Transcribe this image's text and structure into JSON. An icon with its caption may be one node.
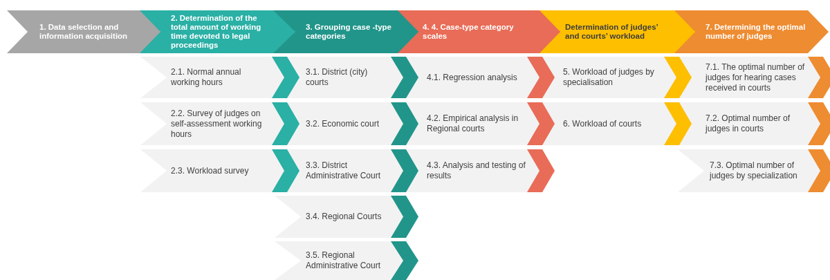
{
  "diagram": {
    "nodes": [
      {
        "text": [
          "1. Data selection and information acquisition"
        ]
      },
      {
        "text": [
          "2. Determination of the total amount of working time devoted to legal proceedings"
        ]
      },
      {
        "text": [
          "3. Grouping case -type categories"
        ]
      },
      {
        "text": [
          "4. 4. Case-type category scales"
        ]
      },
      {
        "text": [
          "Determination of judges’ and courts’ workload"
        ]
      },
      {
        "text": [
          "7. Determining the optimal number of judges"
        ]
      },
      {
        "text": [
          "2.1. Normal annual working hours"
        ]
      },
      {
        "text": [
          "3.1. District (city) courts"
        ]
      },
      {
        "text": [
          "4.1. Regression analysis"
        ]
      },
      {
        "text": [
          "5. Workload of judges by specialisation"
        ]
      },
      {
        "text": [
          "7.1. The optimal number of judges for hearing cases received in courts"
        ]
      },
      {
        "text": [
          "2.2. Survey of judges on self-assessment working hours"
        ]
      },
      {
        "text": [
          "3.2. Economic court"
        ]
      },
      {
        "text": [
          "4.2. Empirical analysis in Regional courts"
        ]
      },
      {
        "text": [
          "6. Workload of courts"
        ]
      },
      {
        "text": [
          "7.2. Optimal number of judges in courts"
        ]
      },
      {
        "text": [
          "2.3. Workload survey"
        ]
      },
      {
        "text": [
          "3.3. District Administrative Court"
        ]
      },
      {
        "text": [
          "4.3. Analysis and testing of results"
        ]
      },
      {
        "text": [
          "7.3. Optimal number of judges by specialization"
        ]
      },
      {
        "text": [
          "3.4. Regional Courts"
        ]
      },
      {
        "text": [
          "3.5. Regional Administrative Court"
        ]
      }
    ],
    "edges": [
      {
        "from": 0,
        "to": 1,
        "arrow": "to",
        "color": "#a6a6a6"
      },
      {
        "from": 1,
        "to": 2,
        "arrow": "to",
        "color": "#2ab0a5"
      },
      {
        "from": 2,
        "to": 3,
        "arrow": "to",
        "color": "#22958a"
      },
      {
        "from": 3,
        "to": 4,
        "arrow": "to",
        "color": "#e86c57"
      },
      {
        "from": 4,
        "to": 5,
        "arrow": "to",
        "color": "#fdbf00"
      },
      {
        "from": 6,
        "to": 7,
        "arrow": "to",
        "color": "#2ab0a5"
      },
      {
        "from": 7,
        "to": 8,
        "arrow": "to",
        "color": "#22958a"
      },
      {
        "from": 8,
        "to": 9,
        "arrow": "to",
        "color": "#e86c57"
      },
      {
        "from": 9,
        "to": 10,
        "arrow": "to",
        "color": "#fdbf00"
      },
      {
        "from": 10,
        "to": null,
        "arrow": "to",
        "color": "#ee8c31"
      },
      {
        "from": 11,
        "to": 12,
        "arrow": "to",
        "color": "#2ab0a5"
      },
      {
        "from": 12,
        "to": 13,
        "arrow": "to",
        "color": "#22958a"
      },
      {
        "from": 13,
        "to": 14,
        "arrow": "to",
        "color": "#e86c57"
      },
      {
        "from": 14,
        "to": 15,
        "arrow": "to",
        "color": "#fdbf00"
      },
      {
        "from": 15,
        "to": null,
        "arrow": "to",
        "color": "#ee8c31"
      },
      {
        "from": 16,
        "to": 17,
        "arrow": "to",
        "color": "#2ab0a5"
      },
      {
        "from": 17,
        "to": 18,
        "arrow": "to",
        "color": "#22958a"
      },
      {
        "from": 18,
        "to": null,
        "arrow": "to",
        "color": "#e86c57"
      },
      {
        "from": 19,
        "to": null,
        "arrow": "to",
        "color": "#ee8c31"
      },
      {
        "from": 20,
        "to": null,
        "arrow": "to",
        "color": "#22958a"
      },
      {
        "from": 21,
        "to": null,
        "arrow": "to",
        "color": "#22958a"
      }
    ]
  }
}
